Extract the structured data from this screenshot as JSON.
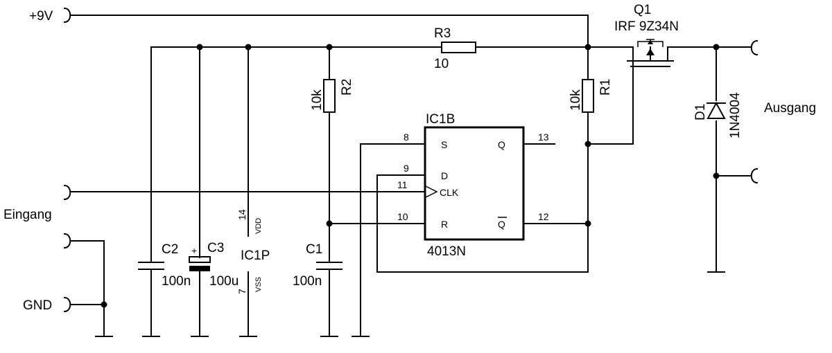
{
  "supply": {
    "vcc_label": "+9V",
    "gnd_label": "GND"
  },
  "io": {
    "input_label": "Eingang",
    "output_label": "Ausgang"
  },
  "components": {
    "r3": {
      "ref": "R3",
      "value": "10"
    },
    "r2": {
      "ref": "R2",
      "value": "10k"
    },
    "r1": {
      "ref": "R1",
      "value": "10k"
    },
    "c1": {
      "ref": "C1",
      "value": "100n"
    },
    "c2": {
      "ref": "C2",
      "value": "100n"
    },
    "c3": {
      "ref": "C3",
      "value": "100u",
      "polarity": "+"
    },
    "q1": {
      "ref": "Q1",
      "value": "IRF 9Z34N"
    },
    "d1": {
      "ref": "D1",
      "value": "1N4004"
    },
    "ic1b": {
      "ref": "IC1B",
      "value": "4013N",
      "pins": {
        "s": "S",
        "d": "D",
        "clk": "CLK",
        "r": "R",
        "q": "Q",
        "qbar": "Q"
      },
      "pin_numbers": {
        "s": "8",
        "d": "9",
        "clk": "11",
        "r": "10",
        "q": "13",
        "qbar": "12"
      }
    },
    "ic1p": {
      "ref": "IC1P",
      "vdd_label": "VDD",
      "vss_label": "VSS",
      "vdd_pin": "14",
      "vss_pin": "7"
    }
  }
}
